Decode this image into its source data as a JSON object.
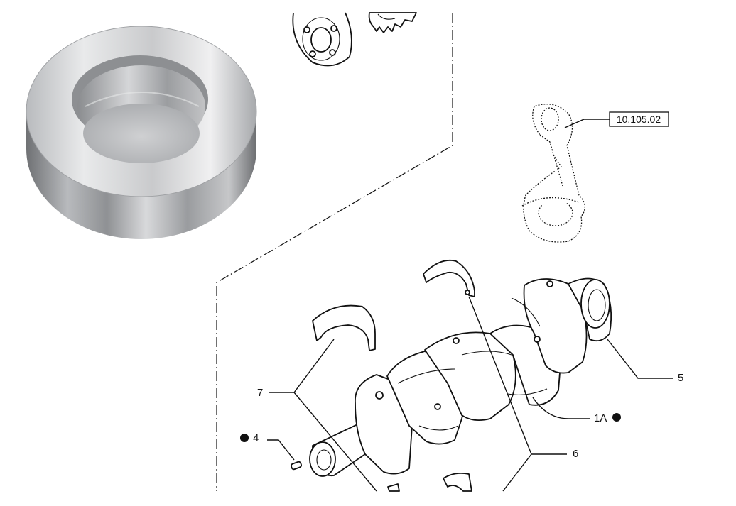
{
  "labels": {
    "ref_box": "10.105.02",
    "callout_7": "7",
    "callout_4": "4",
    "callout_1a": "1A",
    "callout_6": "6",
    "callout_5": "5"
  },
  "colors": {
    "line": "#111111",
    "background": "#ffffff",
    "metal_light": "#e2e3e4",
    "metal_dark": "#7d7f82"
  },
  "markers": {
    "dot_4": "filled-circle",
    "dot_1a": "filled-circle"
  }
}
